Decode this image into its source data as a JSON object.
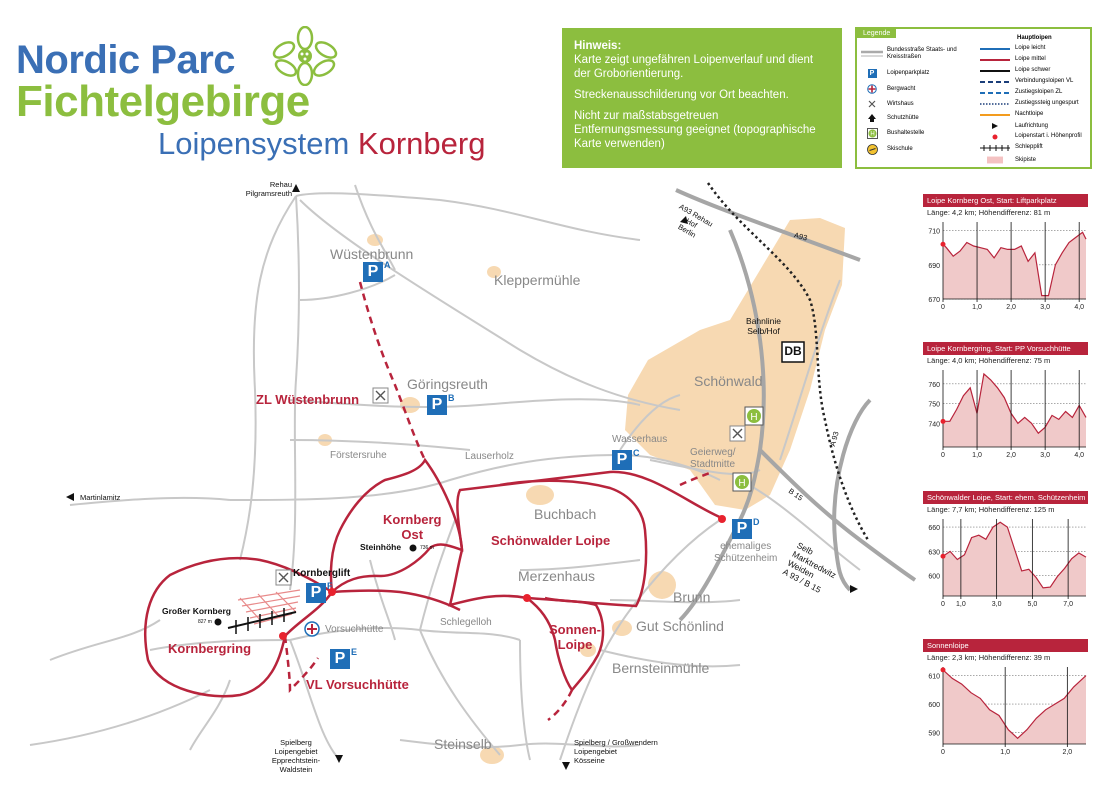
{
  "header": {
    "title_line1": "Nordic Parc",
    "title_line2": "Fichtelgebirge",
    "subtitle_prefix": "Loipensystem",
    "subtitle_place": "Kornberg"
  },
  "hint": {
    "heading": "Hinweis:",
    "p1": "Karte zeigt ungefähren Loipenverlauf und dient der Groborientierung.",
    "p2": "Streckenausschilderung vor Ort beachten.",
    "p3": "Nicht zur maßstabsgetreuen Entfernungsmessung geeignet (topographische Karte verwenden)"
  },
  "legend": {
    "title": "Legende",
    "main_title": "Hauptloipen",
    "left": [
      {
        "icon": "road-symbol",
        "label": "Bundesstraße Staats- und Kreisstraßen"
      },
      {
        "icon": "parking-icon",
        "label": "Loipenparkplatz"
      },
      {
        "icon": "mountain-rescue-icon",
        "label": "Bergwacht"
      },
      {
        "icon": "inn-icon",
        "label": "Wirtshaus"
      },
      {
        "icon": "shelter-icon",
        "label": "Schutzhütte"
      },
      {
        "icon": "bus-stop-icon",
        "label": "Bushaltestelle"
      },
      {
        "icon": "ski-school-icon",
        "label": "Skischule"
      }
    ],
    "right": [
      {
        "icon": "line-blue",
        "label": "Loipe leicht"
      },
      {
        "icon": "line-red",
        "label": "Loipe mittel"
      },
      {
        "icon": "line-black",
        "label": "Loipe schwer"
      },
      {
        "icon": "line-dashed-navy",
        "label": "Verbindungsloipen VL"
      },
      {
        "icon": "line-dashed-blue",
        "label": "Zustiegsloipen ZL"
      },
      {
        "icon": "line-dotted",
        "label": "Zustiegssteig ungespurt"
      },
      {
        "icon": "line-orange",
        "label": "Nachtloipe"
      },
      {
        "icon": "arrow-icon",
        "label": "Laufrichtung"
      },
      {
        "icon": "dot-icon",
        "label": "Loipenstart i. Höhenprofil"
      },
      {
        "icon": "lift-icon",
        "label": "Schlepplift"
      },
      {
        "icon": "slope-icon",
        "label": "Skipiste"
      }
    ]
  },
  "map": {
    "towns": {
      "wuestenbrunn": "Wüstenbrunn",
      "kleppermuehle": "Kleppermühle",
      "goeringsreuth": "Göringsreuth",
      "foerstersruhe": "Förstersruhe",
      "lauserholz": "Lauserholz",
      "wasserhaus": "Wasserhaus",
      "schoenwald": "Schönwald",
      "geierweg": "Geierweg/\nStadtmitte",
      "buchbach": "Buchbach",
      "merzenhaus": "Merzenhaus",
      "brunn": "Brunn",
      "gut": "Gut Schönlind",
      "bernstein": "Bernsteinmühle",
      "schlegelloh": "Schlegelloh",
      "vorsuchhuette": "Vorsuchhütte",
      "steinselb": "Steinselb",
      "schuetzenheim": "ehemaliges\nSchützenheim",
      "kornberglift": "Kornberglift"
    },
    "trails": {
      "zl_wuestenbrunn": "ZL Wüstenbrunn",
      "kornberg_ost": "Kornberg\nOst",
      "schoenwalder": "Schönwalder Loipe",
      "sonnenloipe": "Sonnen-\nLoipe",
      "kornbergring": "Kornbergring",
      "vl_vorsuchhuette": "VL Vorsuchhütte"
    },
    "peaks": {
      "steinhoehe": "Steinhöhe",
      "steinhoehe_height": "736 m",
      "grosser_kornberg": "Großer Kornberg",
      "grosser_kornberg_height": "827 m"
    },
    "directions": {
      "rehau": "Rehau\nPilgramsreuth",
      "martinlamitz": "Martinlamitz",
      "a93_rehau": "A93 Rehau\nHof\nBerlin",
      "a93_label": "A93",
      "a93_vertical": "A 93",
      "b15": "B 15",
      "bahnlinie": "Bahnlinie\nSelb/Hof",
      "db": "DB",
      "selb": "Selb\nMarktredwitz\nWeiden\nA 93 / B 15",
      "spielberg_left": "Spielberg\nLoipengebiet\nEpprechtstein-Waldstein",
      "spielberg_right": "Spielberg / Großwendern\nLoipengebiet\nKösseine"
    },
    "parking": {
      "A": "A",
      "B": "B",
      "C": "C",
      "D": "D",
      "E": "E",
      "F": "F",
      "symbol": "P"
    },
    "colors": {
      "trail": "#b8243c",
      "parking": "#1f6eb7",
      "urban": "#f7d9b2",
      "road": "#c8c8c8"
    }
  },
  "profiles": [
    {
      "title": "Loipe Kornberg Ost, Start: Liftparkplatz",
      "stats": "Länge: 4,2 km; Höhendifferenz: 81 m",
      "yticks": [
        "710",
        "690",
        "670"
      ],
      "xticks": [
        "0",
        "1,0",
        "2,0",
        "3,0",
        "4,0"
      ],
      "xmax": 4.2,
      "ymin": 670,
      "ymax": 715,
      "x": [
        0,
        0.1,
        0.3,
        0.5,
        0.7,
        0.9,
        1.1,
        1.3,
        1.5,
        1.7,
        1.9,
        2.1,
        2.3,
        2.5,
        2.7,
        2.9,
        3.1,
        3.3,
        3.5,
        3.7,
        3.9,
        4.1,
        4.2
      ],
      "y": [
        702,
        700,
        695,
        698,
        703,
        701,
        700,
        699,
        694,
        700,
        699,
        699,
        701,
        692,
        697,
        672,
        672,
        690,
        697,
        703,
        706,
        709,
        705
      ]
    },
    {
      "title": "Loipe Kornbergring, Start: PP Vorsuchhütte",
      "stats": "Länge: 4,0 km; Höhendifferenz: 75 m",
      "yticks": [
        "760",
        "750",
        "740"
      ],
      "xticks": [
        "0",
        "1,0",
        "2,0",
        "3,0",
        "4,0"
      ],
      "xmax": 4.2,
      "ymin": 728,
      "ymax": 767,
      "x": [
        0,
        0.2,
        0.4,
        0.6,
        0.8,
        1.0,
        1.2,
        1.4,
        1.6,
        1.8,
        2.0,
        2.2,
        2.4,
        2.6,
        2.8,
        3.0,
        3.2,
        3.4,
        3.6,
        3.8,
        4.0,
        4.2
      ],
      "y": [
        741,
        741,
        747,
        754,
        758,
        745,
        765,
        762,
        758,
        753,
        745,
        740,
        743,
        740,
        735,
        738,
        744,
        742,
        746,
        743,
        749,
        743
      ]
    },
    {
      "title": "Schönwalder Loipe, Start: ehem. Schützenheim",
      "stats": "Länge: 7,7 km; Höhendifferenz: 125 m",
      "yticks": [
        "660",
        "630",
        "600"
      ],
      "xticks": [
        "0",
        "1,0",
        "3,0",
        "5,0",
        "7,0"
      ],
      "xmax": 8.0,
      "ymin": 575,
      "ymax": 670,
      "x": [
        0,
        0.4,
        0.8,
        1.2,
        1.6,
        2.0,
        2.4,
        2.8,
        3.2,
        3.6,
        4.0,
        4.4,
        4.8,
        5.2,
        5.6,
        6.0,
        6.4,
        6.8,
        7.2,
        7.6,
        8.0
      ],
      "y": [
        624,
        630,
        620,
        626,
        647,
        650,
        645,
        660,
        666,
        660,
        633,
        606,
        608,
        598,
        585,
        586,
        599,
        609,
        621,
        628,
        623
      ]
    },
    {
      "title": "Sonnenloipe",
      "stats": "Länge: 2,3 km; Höhendifferenz: 39 m",
      "yticks": [
        "610",
        "600",
        "590"
      ],
      "xticks": [
        "0",
        "1,0",
        "2,0"
      ],
      "xmax": 2.3,
      "ymin": 586,
      "ymax": 613,
      "x": [
        0,
        0.15,
        0.3,
        0.45,
        0.6,
        0.75,
        0.9,
        1.05,
        1.2,
        1.35,
        1.5,
        1.65,
        1.8,
        1.95,
        2.1,
        2.3
      ],
      "y": [
        612,
        609,
        607,
        604,
        602,
        598,
        596,
        591,
        588,
        591,
        595,
        598,
        600,
        602,
        606,
        610
      ]
    }
  ]
}
